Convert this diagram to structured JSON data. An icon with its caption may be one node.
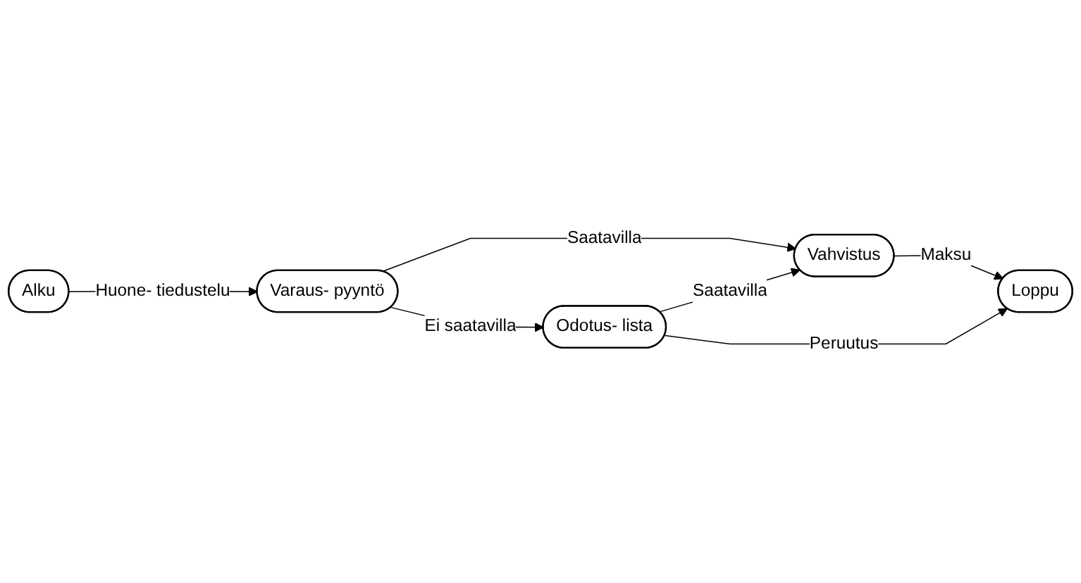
{
  "diagram": {
    "nodes": [
      {
        "text": [
          "Alku"
        ]
      },
      {
        "text": [
          "Varaus- pyyntö"
        ]
      },
      {
        "text": [
          "Odotus- lista"
        ]
      },
      {
        "text": [
          "Vahvistus"
        ]
      },
      {
        "text": [
          "Loppu"
        ]
      }
    ],
    "edges": [
      {
        "from": 0,
        "to": 1,
        "arrow": "to",
        "label": "Huone- tiedustelu"
      },
      {
        "from": 1,
        "to": 2,
        "arrow": "to",
        "label": "Ei saatavilla"
      },
      {
        "from": 1,
        "to": 3,
        "arrow": "to",
        "label": "Saatavilla"
      },
      {
        "from": 2,
        "to": 3,
        "arrow": "to",
        "label": "Saatavilla"
      },
      {
        "from": 3,
        "to": 4,
        "arrow": "to",
        "label": "Maksu"
      },
      {
        "from": 2,
        "to": 4,
        "arrow": "to",
        "label": "Peruutus"
      }
    ]
  }
}
